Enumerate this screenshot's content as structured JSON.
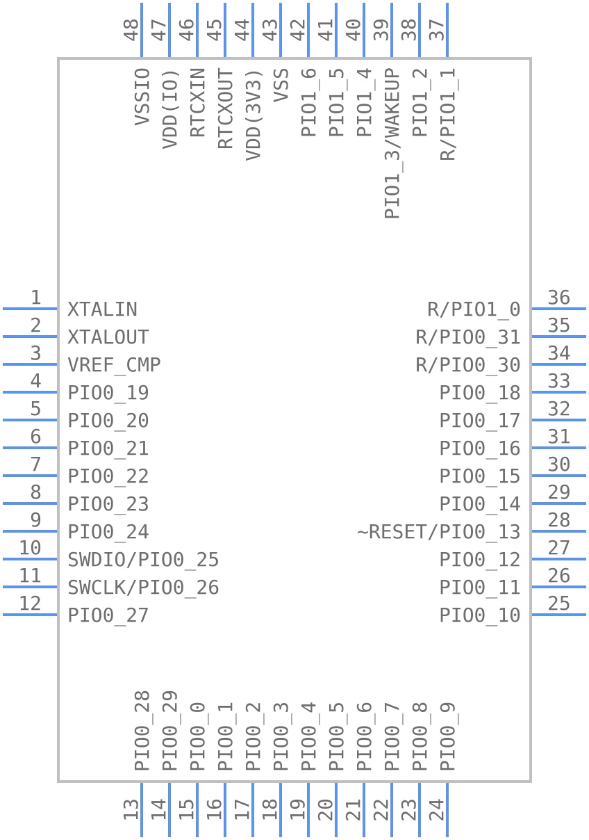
{
  "colors": {
    "pin": "#5b94f0",
    "body_outline": "#c0c0c0",
    "text": "#6e6e6e"
  },
  "pins": {
    "left": [
      {
        "num": "1",
        "name": "XTALIN"
      },
      {
        "num": "2",
        "name": "XTALOUT"
      },
      {
        "num": "3",
        "name": "VREF_CMP"
      },
      {
        "num": "4",
        "name": "PIO0_19"
      },
      {
        "num": "5",
        "name": "PIO0_20"
      },
      {
        "num": "6",
        "name": "PIO0_21"
      },
      {
        "num": "7",
        "name": "PIO0_22"
      },
      {
        "num": "8",
        "name": "PIO0_23"
      },
      {
        "num": "9",
        "name": "PIO0_24"
      },
      {
        "num": "10",
        "name": "SWDIO/PIO0_25"
      },
      {
        "num": "11",
        "name": "SWCLK/PIO0_26"
      },
      {
        "num": "12",
        "name": "PIO0_27"
      }
    ],
    "bottom": [
      {
        "num": "13",
        "name": "PIO0_28"
      },
      {
        "num": "14",
        "name": "PIO0_29"
      },
      {
        "num": "15",
        "name": "PIO0_0"
      },
      {
        "num": "16",
        "name": "PIO0_1"
      },
      {
        "num": "17",
        "name": "PIO0_2"
      },
      {
        "num": "18",
        "name": "PIO0_3"
      },
      {
        "num": "19",
        "name": "PIO0_4"
      },
      {
        "num": "20",
        "name": "PIO0_5"
      },
      {
        "num": "21",
        "name": "PIO0_6"
      },
      {
        "num": "22",
        "name": "PIO0_7"
      },
      {
        "num": "23",
        "name": "PIO0_8"
      },
      {
        "num": "24",
        "name": "PIO0_9"
      }
    ],
    "right": [
      {
        "num": "25",
        "name": "PIO0_10"
      },
      {
        "num": "26",
        "name": "PIO0_11"
      },
      {
        "num": "27",
        "name": "PIO0_12"
      },
      {
        "num": "28",
        "name": "~RESET/PIO0_13"
      },
      {
        "num": "29",
        "name": "PIO0_14"
      },
      {
        "num": "30",
        "name": "PIO0_15"
      },
      {
        "num": "31",
        "name": "PIO0_16"
      },
      {
        "num": "32",
        "name": "PIO0_17"
      },
      {
        "num": "33",
        "name": "PIO0_18"
      },
      {
        "num": "34",
        "name": "R/PIO0_30"
      },
      {
        "num": "35",
        "name": "R/PIO0_31"
      },
      {
        "num": "36",
        "name": "R/PIO1_0"
      }
    ],
    "top": [
      {
        "num": "37",
        "name": "R/PIO1_1"
      },
      {
        "num": "38",
        "name": "PIO1_2"
      },
      {
        "num": "39",
        "name": "PIO1_3/WAKEUP"
      },
      {
        "num": "40",
        "name": "PIO1_4"
      },
      {
        "num": "41",
        "name": "PIO1_5"
      },
      {
        "num": "42",
        "name": "PIO1_6"
      },
      {
        "num": "43",
        "name": "VSS"
      },
      {
        "num": "44",
        "name": "VDD(3V3)"
      },
      {
        "num": "45",
        "name": "RTCXOUT"
      },
      {
        "num": "46",
        "name": "RTCXIN"
      },
      {
        "num": "47",
        "name": "VDD(IO)"
      },
      {
        "num": "48",
        "name": "VSSIO"
      }
    ]
  }
}
